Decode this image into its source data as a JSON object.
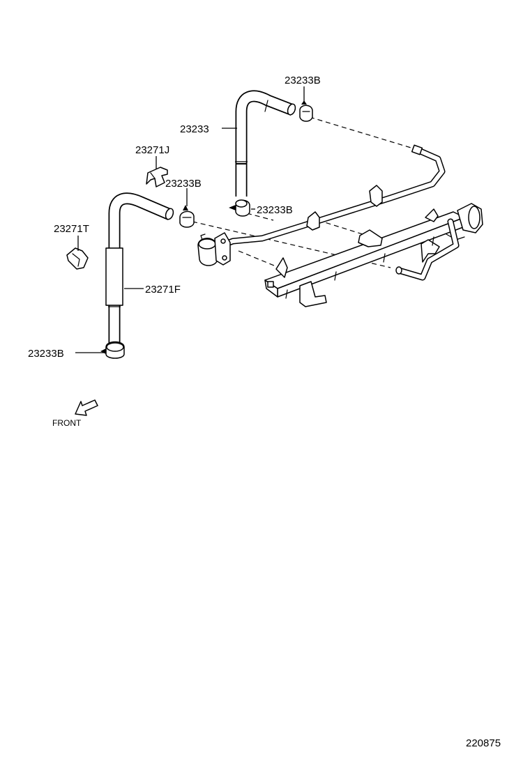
{
  "labels": {
    "clamp_top": "23233B",
    "hose_upper": "23233",
    "clip_j": "23271J",
    "clamp_mid_left": "23233B",
    "clamp_mid_right": "23233B",
    "clip_t": "23271T",
    "hose_lower": "23271F",
    "clamp_bottom": "23233B"
  },
  "front_label": "FRONT",
  "figure_number": "220875"
}
